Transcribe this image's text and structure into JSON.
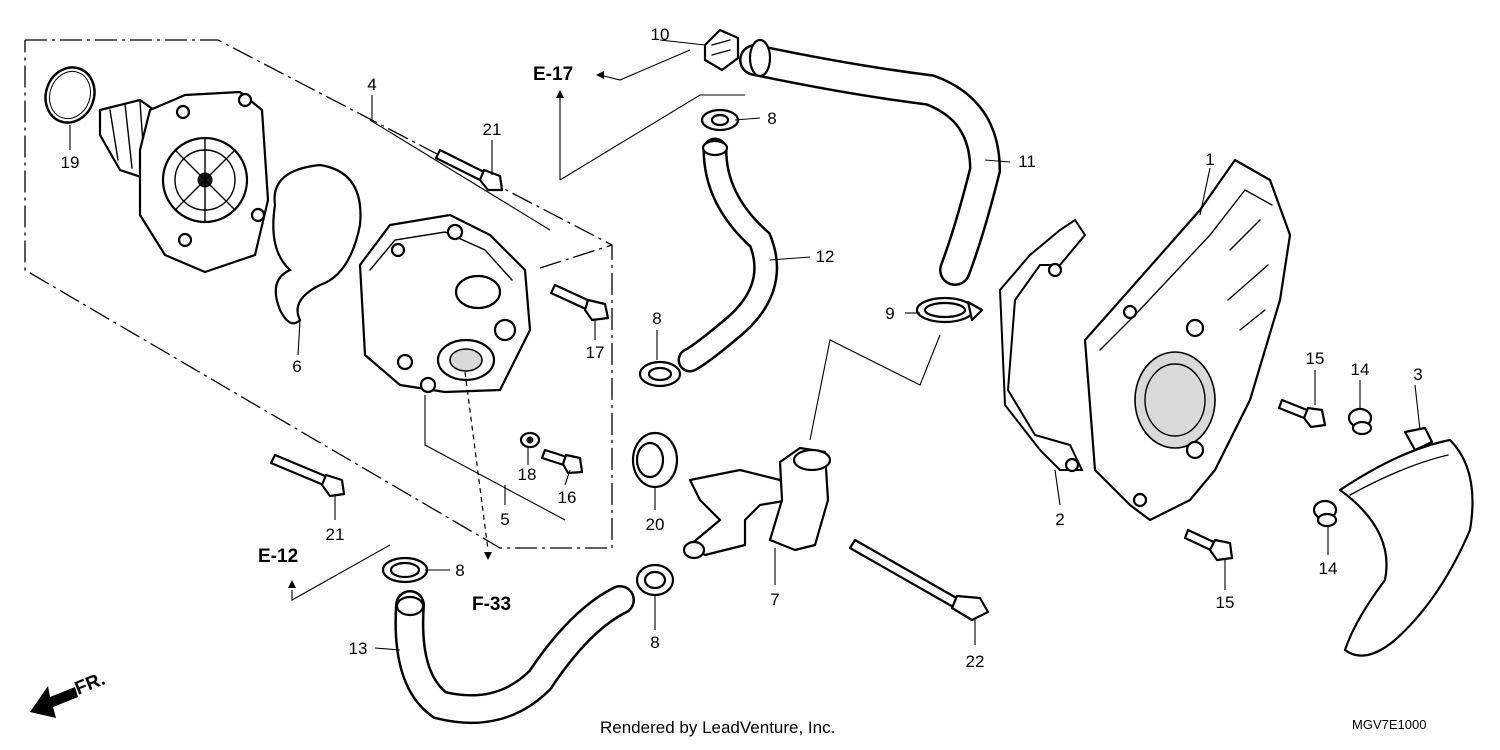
{
  "diagram": {
    "callouts": {
      "c1": "1",
      "c2": "2",
      "c3": "3",
      "c4": "4",
      "c5": "5",
      "c6": "6",
      "c7": "7",
      "c8a": "8",
      "c8b": "8",
      "c8c": "8",
      "c8d": "8",
      "c9": "9",
      "c10": "10",
      "c11": "11",
      "c12": "12",
      "c13": "13",
      "c14a": "14",
      "c14b": "14",
      "c15a": "15",
      "c15b": "15",
      "c16": "16",
      "c17": "17",
      "c18": "18",
      "c19": "19",
      "c20": "20",
      "c21a": "21",
      "c21b": "21",
      "c22": "22"
    },
    "references": {
      "e17": "E-17",
      "e12": "E-12",
      "f33": "F-33"
    },
    "direction": "FR.",
    "footer_credit": "Rendered by LeadVenture, Inc.",
    "diagram_code": "MGV7E1000"
  }
}
